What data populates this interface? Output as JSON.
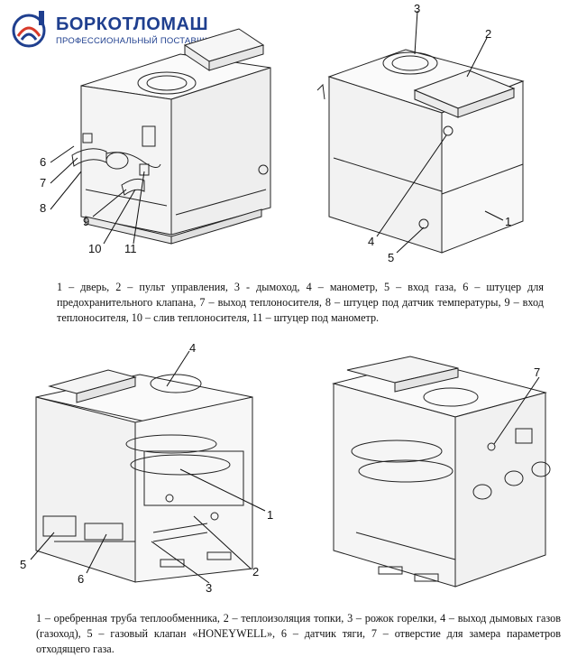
{
  "brand": {
    "name": "БОРКОТЛОМАШ",
    "tagline": "ПРОФЕССИОНАЛЬНЫЙ ПОСТАВЩИК",
    "color": "#1f3f8f",
    "accent": "#d83a2a"
  },
  "figure_top": {
    "callouts": [
      "1",
      "2",
      "3",
      "4",
      "5",
      "6",
      "7",
      "8",
      "9",
      "10",
      "11"
    ],
    "caption": "1 – дверь, 2 – пульт управления, 3 - дымоход, 4 – манометр, 5 – вход газа, 6 – штуцер для предохранительного клапана, 7 – выход теплоносителя, 8 – штуцер под датчик температуры, 9 – вход теплоносителя, 10 – слив теплоносителя, 11 – штуцер под манометр."
  },
  "figure_bottom": {
    "callouts": [
      "1",
      "2",
      "3",
      "4",
      "5",
      "6",
      "7"
    ],
    "caption": "1 – оребренная труба теплообменника, 2 – теплоизоляция топки, 3 – рожок горелки, 4 – выход дымовых газов (газоход), 5 – газовый клапан «HONEYWELL», 6 – датчик тяги, 7 – отверстие для замера параметров отходящего газа."
  }
}
